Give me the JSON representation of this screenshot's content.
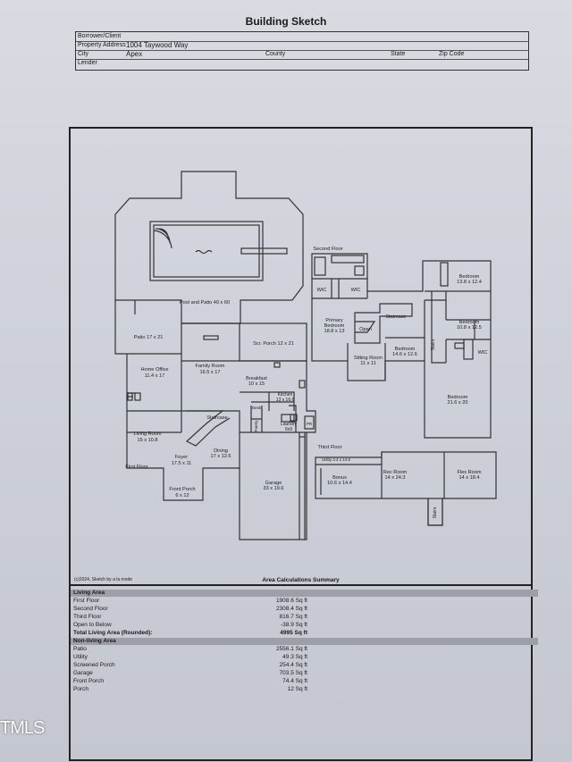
{
  "header": {
    "title": "Building Sketch"
  },
  "info": {
    "borrower_label": "Borrower/Client",
    "address_label": "Property Address",
    "address_value": "1004 Taywood Way",
    "city_label": "City",
    "city_value": "Apex",
    "county_label": "County",
    "state_label": "State",
    "zip_label": "Zip Code",
    "lender_label": "Lender"
  },
  "plan": {
    "pool": "Pool and Patio 40 x 60",
    "patio": "Patio 17 x 21",
    "scr_porch": "Scr. Porch 12 x 21",
    "home_office": [
      "Home Office",
      "11.4 x 17"
    ],
    "family_room": [
      "Family Room",
      "16.5 x 17"
    ],
    "breakfast": [
      "Breakfast",
      "10 x 15"
    ],
    "kitchen": [
      "Kitchen",
      "13 x 16.6"
    ],
    "staircase1": "Staircase",
    "desk": "Desk",
    "pantry": "Pantry",
    "laundry": [
      "Laundry",
      "6x9"
    ],
    "pr": "PR",
    "living_room": [
      "Living Room",
      "15 x 10.8"
    ],
    "dining": [
      "Dining",
      "17 x 12.6"
    ],
    "foyer": [
      "Foyer",
      "17.5 x 11"
    ],
    "first_floor": "First Floor",
    "front_porch": [
      "Front Porch",
      "6 x 12"
    ],
    "garage": [
      "Garage",
      "33 x 19.6"
    ],
    "second_floor": "Second Floor",
    "wic1": "WIC",
    "wic2": "WIC",
    "wic3": "WIC",
    "primary_bedroom": [
      "Primary",
      "Bedroom",
      "18.8 x 13"
    ],
    "open": "Open",
    "staircase2": "Staircase",
    "sitting_room": [
      "Sitting Room",
      "11 x 11"
    ],
    "bedroom2": [
      "Bedroom",
      "14.6 x 12.6"
    ],
    "stairs1": "Stairs",
    "bedroom3": [
      "Bedroom",
      "13.8 x 12.4"
    ],
    "bedroom4": [
      "Bedroom",
      "10.8 x 12.5"
    ],
    "bedroom5": [
      "Bedroom",
      "21.6 x 20"
    ],
    "third_floor": "Third Floor",
    "utility": "Utility 3.4 x 14.5",
    "bonus": [
      "Bonus",
      "10.6 x 14.4"
    ],
    "rec_room": [
      "Rec Room",
      "14 x 24.3"
    ],
    "flex_room": [
      "Flex Room",
      "14 x 18.4"
    ],
    "stairs2": "Stairs"
  },
  "summary": {
    "credit": "(c)2024, Sketch by a la mode",
    "title": "Area Calculations Summary",
    "living_header": "Living Area",
    "living": [
      {
        "label": "First Floor",
        "value": "1908.6 Sq ft"
      },
      {
        "label": "Second Floor",
        "value": "2308.4 Sq ft"
      },
      {
        "label": "Third Floor",
        "value": "816.7 Sq ft"
      },
      {
        "label": "Open to Below",
        "value": "-38.9 Sq ft"
      }
    ],
    "total_label": "Total Living Area (Rounded):",
    "total_value": "4995 Sq ft",
    "nonliving_header": "Non-living Area",
    "nonliving": [
      {
        "label": "Patio",
        "value": "2556.1 Sq ft"
      },
      {
        "label": "Utility",
        "value": "49.3 Sq ft"
      },
      {
        "label": "Screened Porch",
        "value": "254.4 Sq ft"
      },
      {
        "label": "Garage",
        "value": "703.5 Sq ft"
      },
      {
        "label": "Front Porch",
        "value": "74.4 Sq ft"
      },
      {
        "label": "Porch",
        "value": "12 Sq ft"
      }
    ]
  },
  "watermark": "TMLS"
}
